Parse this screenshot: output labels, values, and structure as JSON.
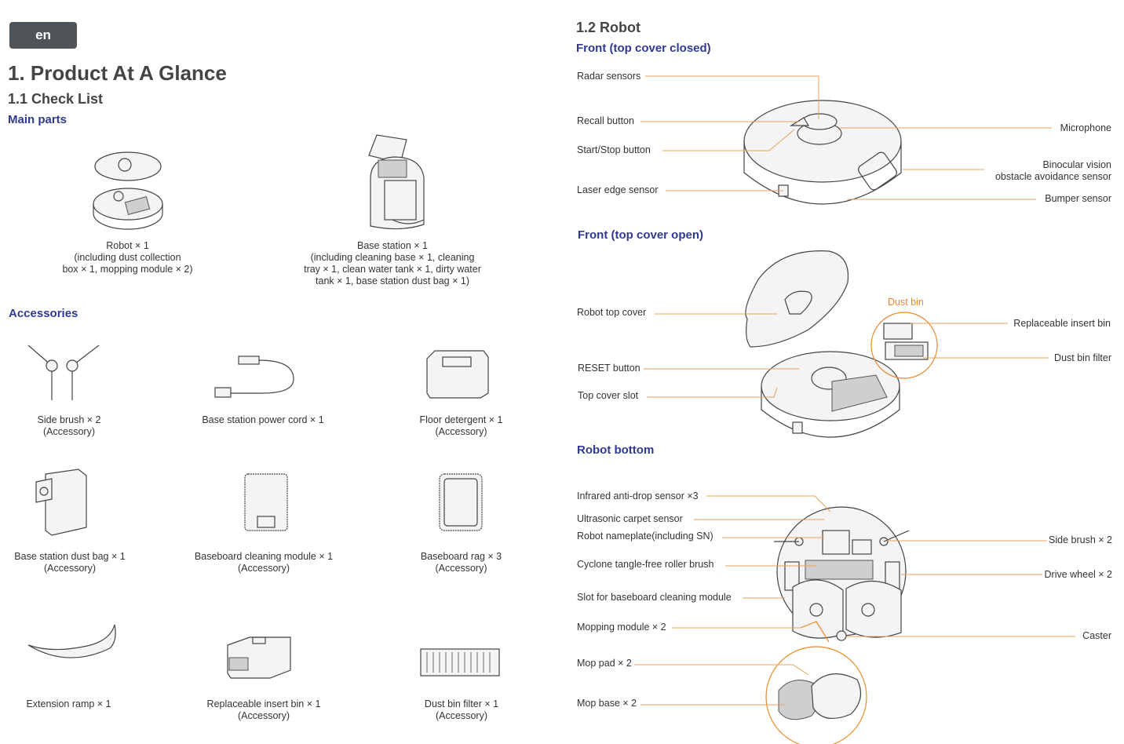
{
  "lang": "en",
  "title": "1. Product At A Glance",
  "checklist": {
    "heading": "1.1 Check List",
    "main_parts_heading": "Main parts",
    "robot": [
      "Robot × 1",
      "(including dust collection",
      "box × 1, mopping module × 2)"
    ],
    "base_station": [
      "Base station × 1",
      "(including cleaning base × 1, cleaning",
      "tray × 1, clean water tank × 1, dirty water",
      "tank × 1, base station dust bag × 1)"
    ],
    "accessories_heading": "Accessories",
    "accessories": [
      [
        "Side brush × 2",
        "(Accessory)"
      ],
      [
        "Base station power cord × 1"
      ],
      [
        "Floor detergent × 1",
        "(Accessory)"
      ],
      [
        "Base station dust bag × 1",
        "(Accessory)"
      ],
      [
        "Baseboard cleaning module × 1",
        "(Accessory)"
      ],
      [
        "Baseboard rag × 3",
        "(Accessory)"
      ],
      [
        "Extension ramp × 1"
      ],
      [
        "Replaceable insert bin × 1",
        "(Accessory)"
      ],
      [
        "Dust bin filter × 1",
        "(Accessory)"
      ]
    ]
  },
  "robot_section": {
    "heading": "1.2 Robot",
    "front_closed": {
      "heading": "Front (top cover closed)",
      "left": [
        "Radar sensors",
        "Recall button",
        "Start/Stop button",
        "Laser edge sensor"
      ],
      "right": [
        "Microphone",
        "Binocular vision",
        "obstacle avoidance sensor",
        "Bumper sensor"
      ]
    },
    "front_open": {
      "heading": "Front (top cover open)",
      "dust_bin": "Dust bin",
      "left": [
        "Robot top cover",
        "RESET button",
        "Top cover slot"
      ],
      "right": [
        "Replaceable insert bin",
        "Dust bin filter"
      ]
    },
    "bottom": {
      "heading": "Robot bottom",
      "left": [
        "Infrared anti-drop sensor ×3",
        "Ultrasonic carpet sensor",
        "Robot nameplate(including SN)",
        "Cyclone tangle-free roller brush",
        "Slot for baseboard cleaning module",
        "Mopping module × 2",
        "Mop pad × 2",
        "Mop base × 2"
      ],
      "right": [
        "Side brush × 2",
        "Drive wheel × 2",
        "Caster"
      ]
    }
  },
  "colors": {
    "accent": "#2f3a8f",
    "callout": "#e8892b",
    "badge": "#4f5459"
  }
}
